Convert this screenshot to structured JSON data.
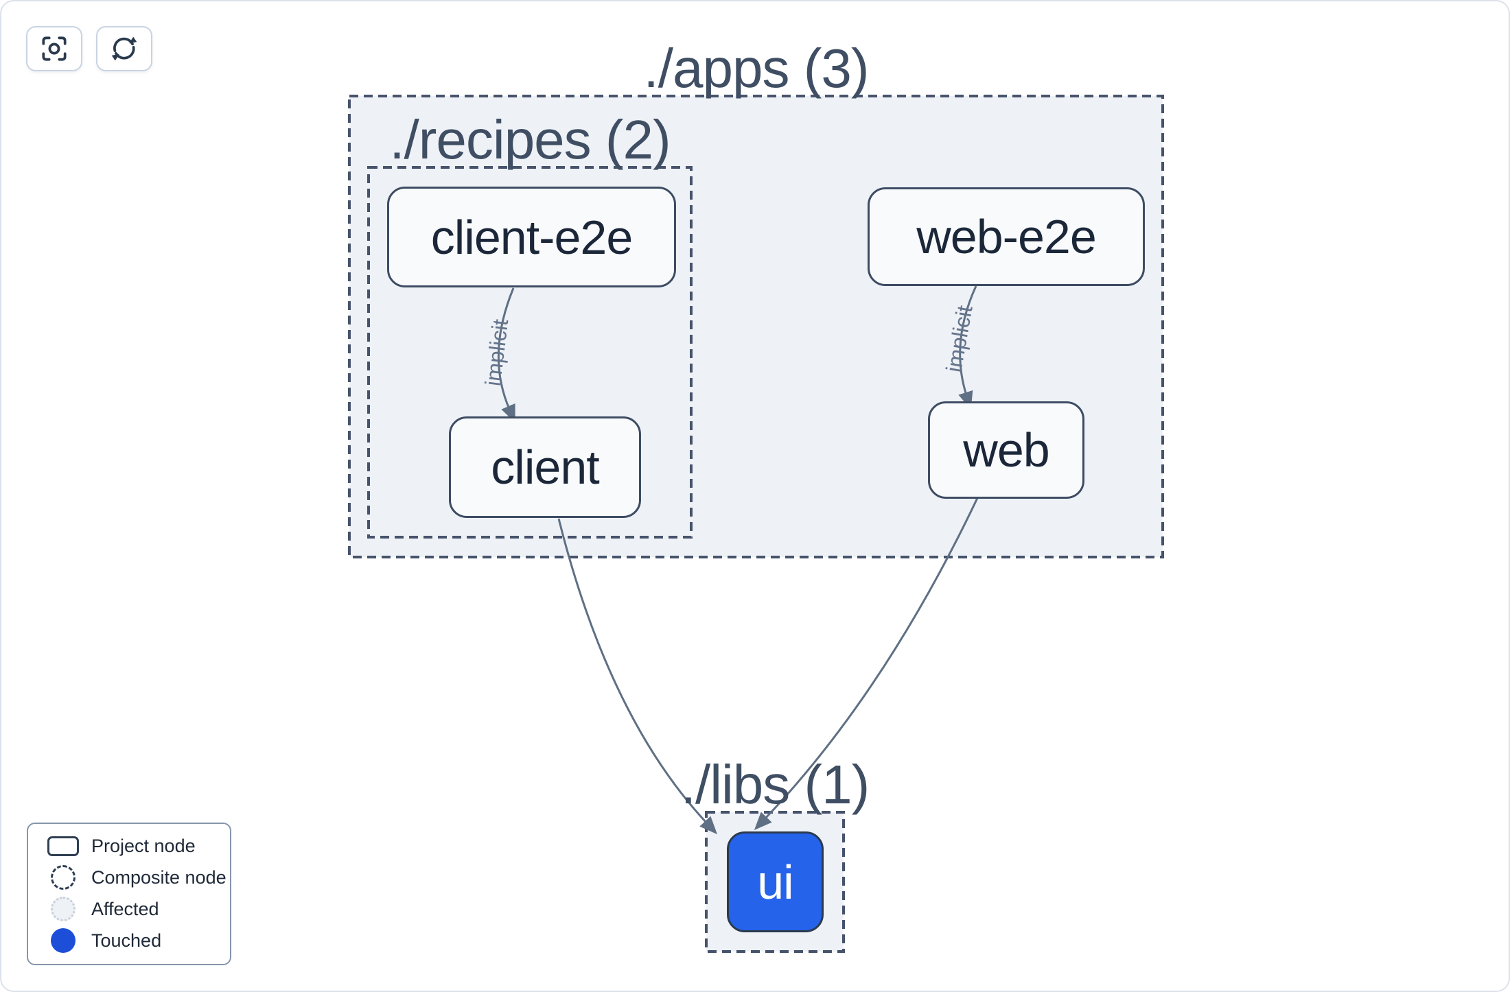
{
  "toolbar": {
    "buttons": [
      {
        "id": "focus",
        "icon": "focus-crosshair-icon"
      },
      {
        "id": "refresh",
        "icon": "refresh-icon"
      }
    ]
  },
  "graph": {
    "containers": [
      {
        "id": "apps",
        "label": "./apps (3)"
      },
      {
        "id": "recipes",
        "label": "./recipes (2)"
      },
      {
        "id": "libs",
        "label": "./libs (1)"
      }
    ],
    "nodes": [
      {
        "id": "client-e2e",
        "label": "client-e2e",
        "state": "default"
      },
      {
        "id": "web-e2e",
        "label": "web-e2e",
        "state": "default"
      },
      {
        "id": "client",
        "label": "client",
        "state": "default"
      },
      {
        "id": "web",
        "label": "web",
        "state": "default"
      },
      {
        "id": "ui",
        "label": "ui",
        "state": "touched"
      }
    ],
    "edges": [
      {
        "source": "client-e2e",
        "target": "client",
        "label": "implicit"
      },
      {
        "source": "web-e2e",
        "target": "web",
        "label": "implicit"
      },
      {
        "source": "client",
        "target": "ui",
        "label": ""
      },
      {
        "source": "web",
        "target": "ui",
        "label": ""
      }
    ]
  },
  "legend": {
    "items": [
      {
        "swatch": "project",
        "label": "Project node"
      },
      {
        "swatch": "composite",
        "label": "Composite node"
      },
      {
        "swatch": "affected",
        "label": "Affected"
      },
      {
        "swatch": "touched",
        "label": "Touched"
      }
    ]
  },
  "colors": {
    "container_fill": "#eef1f6",
    "dashed_border": "#46536b",
    "node_border": "#3d4c63",
    "node_fill": "#f9fafc",
    "node_text": "#1b2739",
    "container_title": "#3f4e63",
    "edge": "#5f7084",
    "ui_node_blue": "#2563eb",
    "touched_blue": "#1d4ed8",
    "canvas_border": "#dde1ea"
  }
}
